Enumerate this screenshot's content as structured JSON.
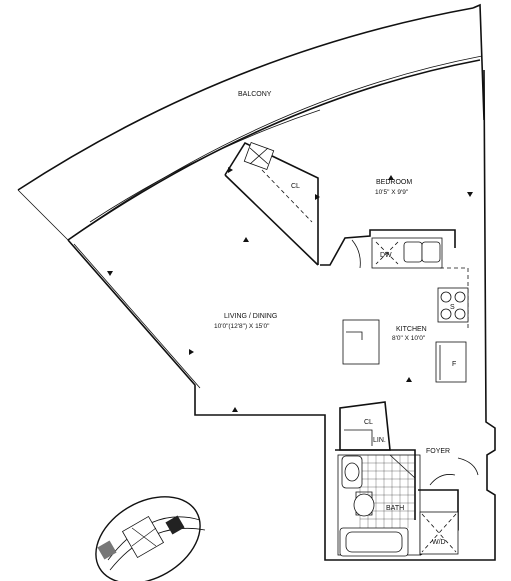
{
  "rooms": {
    "balcony": {
      "name": "BALCONY"
    },
    "bedroom": {
      "name": "BEDROOM",
      "size": "10'5\" X 9'9\""
    },
    "closet_bedroom": {
      "name": "CL"
    },
    "dishwasher": {
      "name": "DW"
    },
    "stove": {
      "name": "S"
    },
    "living_dining": {
      "name": "LIVING / DINING",
      "size": "10'0\"(12'8\") X 15'0\""
    },
    "kitchen": {
      "name": "KITCHEN",
      "size": "8'0\" X 10'0\""
    },
    "fridge": {
      "name": "F"
    },
    "closet_foyer": {
      "name": "CL"
    },
    "linen": {
      "name": "LIN."
    },
    "foyer": {
      "name": "FOYER"
    },
    "bath": {
      "name": "BATH"
    },
    "washer_dryer": {
      "name": "W/D"
    }
  },
  "icons": {
    "key_plan": "building-key-plan-icon",
    "view_arrow": "triangle-arrow-icon"
  }
}
